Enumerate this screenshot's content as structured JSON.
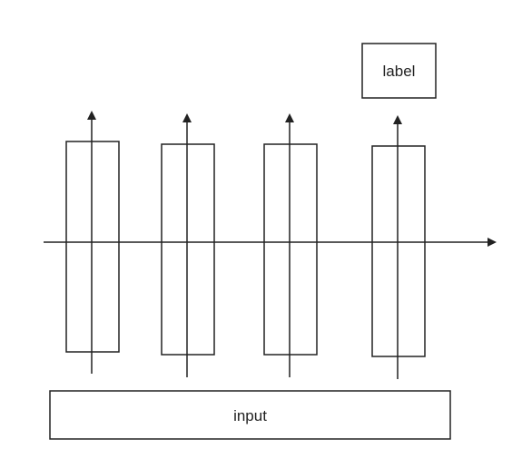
{
  "diagram": {
    "label_box": {
      "text": "label"
    },
    "input_box": {
      "text": "input"
    },
    "columns": 4,
    "stroke_color": "#222222",
    "background": "#ffffff"
  }
}
